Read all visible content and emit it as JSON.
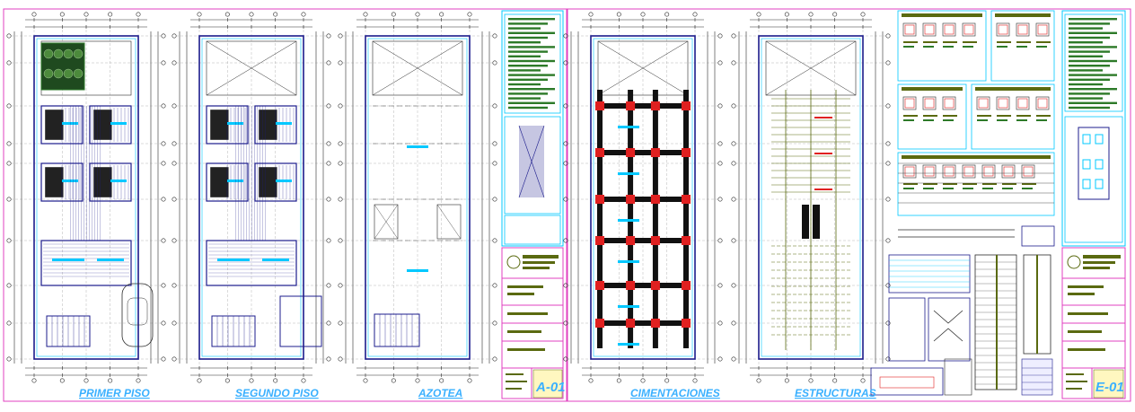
{
  "plan_titles": {
    "primer_piso": "PRIMER PISO",
    "segundo_piso": "SEGUNDO PISO",
    "azotea": "AZOTEA",
    "cimentaciones": "CIMENTACIONES",
    "estructuras": "ESTRUCTURAS"
  },
  "sheets": {
    "architecture": "A-01",
    "structures": "E-01"
  },
  "colors": {
    "background": "#ffffff",
    "sheet_border": "#e040c0",
    "walls": "#1c1c8c",
    "dims": "#2a2a2a",
    "cyan": "#00c8ff",
    "green": "#2d7a28",
    "olive": "#5a6a10",
    "red": "#e02020",
    "title_text": "#3ab0ff"
  }
}
